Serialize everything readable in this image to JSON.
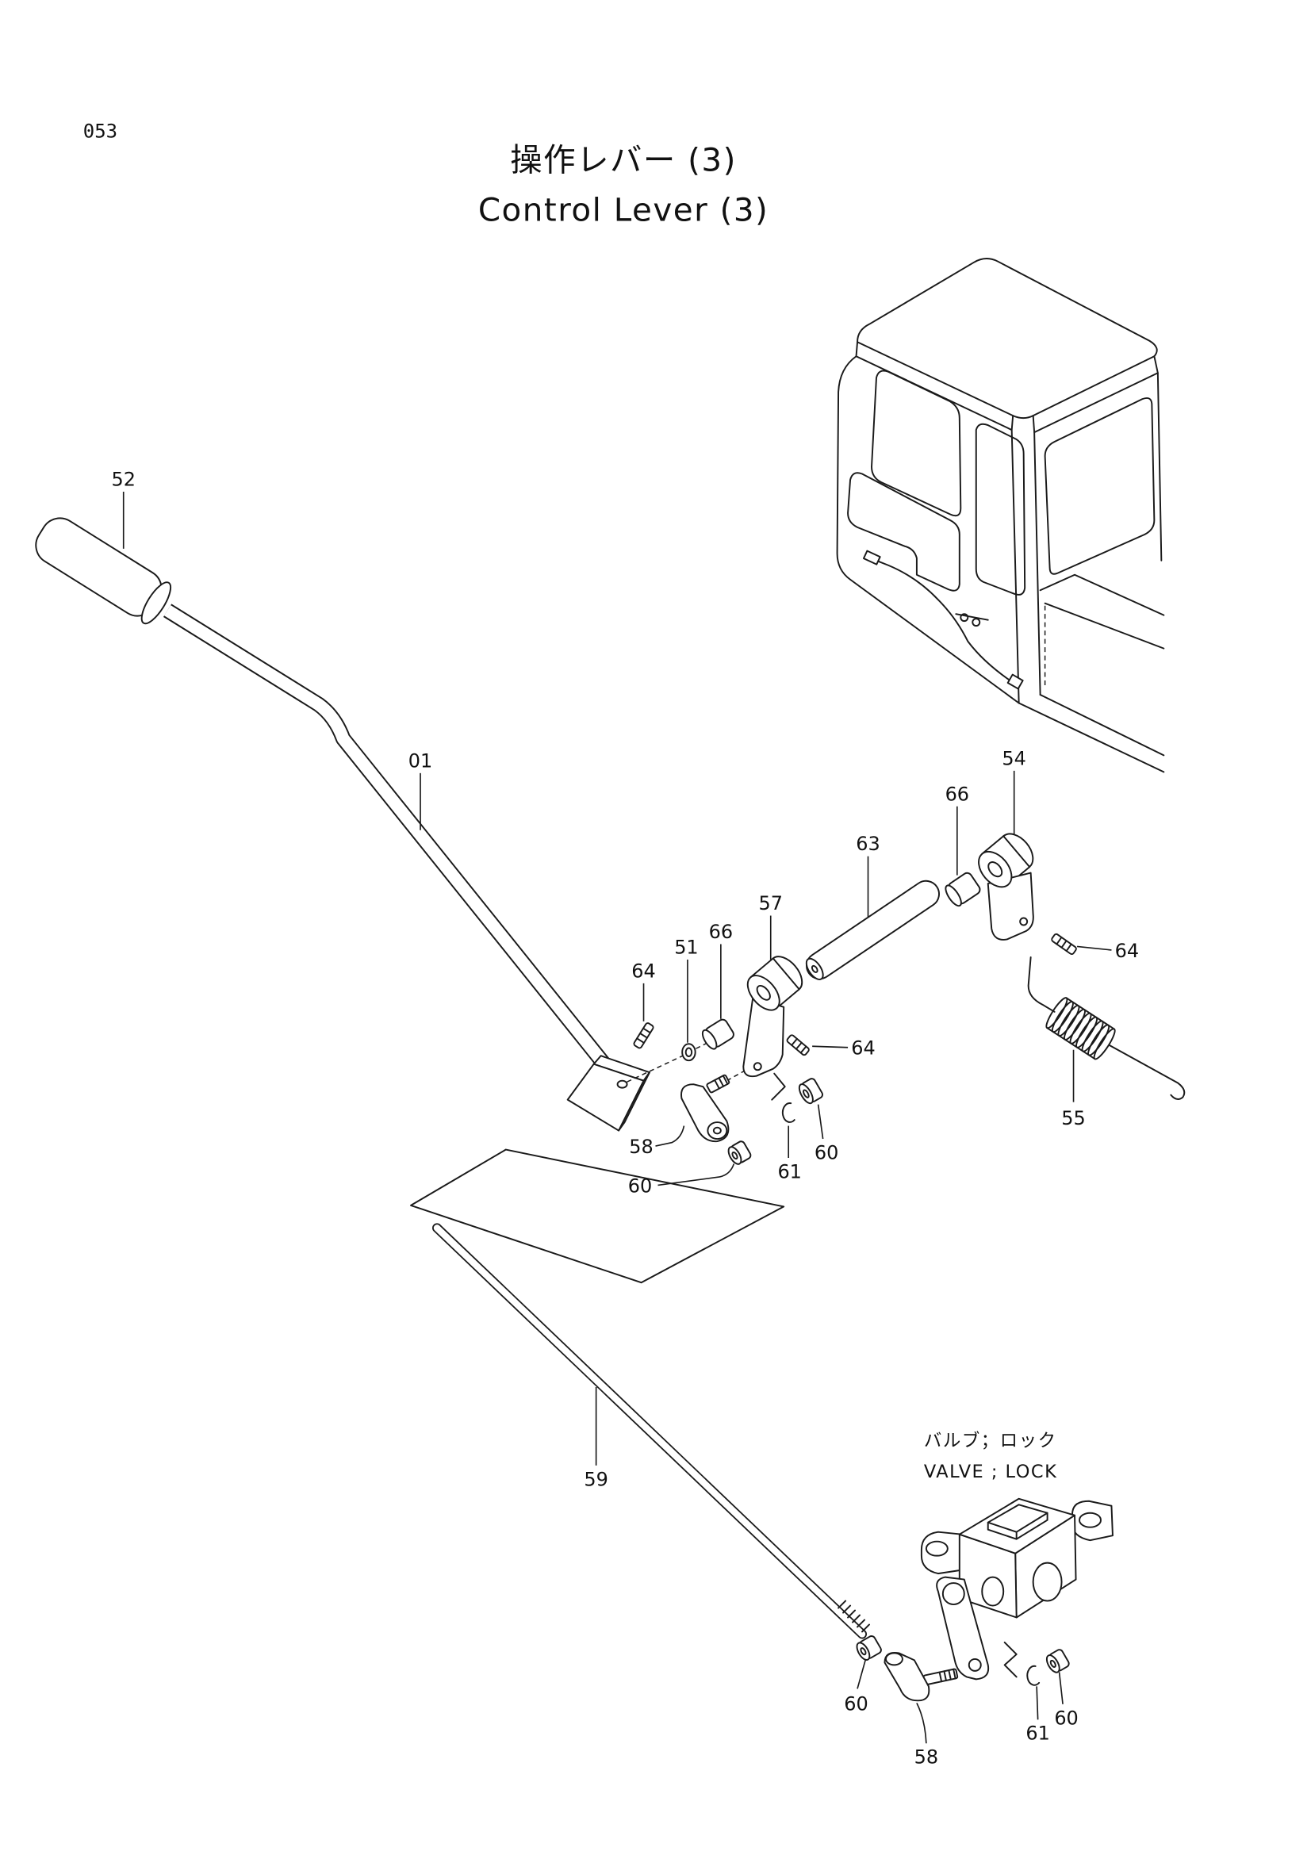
{
  "page": {
    "number": "053"
  },
  "title": {
    "jp": "操作レバー (3)",
    "en": "Control Lever (3)"
  },
  "valve_note": {
    "jp": "バルブ；ロック",
    "en": "VALVE ; LOCK"
  },
  "colors": {
    "ink": "#1a1a1a",
    "paper": "#ffffff"
  },
  "callouts": [
    {
      "label": "52"
    },
    {
      "label": "01"
    },
    {
      "label": "66"
    },
    {
      "label": "54"
    },
    {
      "label": "63"
    },
    {
      "label": "57"
    },
    {
      "label": "66"
    },
    {
      "label": "51"
    },
    {
      "label": "64"
    },
    {
      "label": "64"
    },
    {
      "label": "64"
    },
    {
      "label": "55"
    },
    {
      "label": "58"
    },
    {
      "label": "61"
    },
    {
      "label": "60"
    },
    {
      "label": "60"
    },
    {
      "label": "59"
    },
    {
      "label": "60"
    },
    {
      "label": "58"
    },
    {
      "label": "61"
    },
    {
      "label": "60"
    }
  ]
}
